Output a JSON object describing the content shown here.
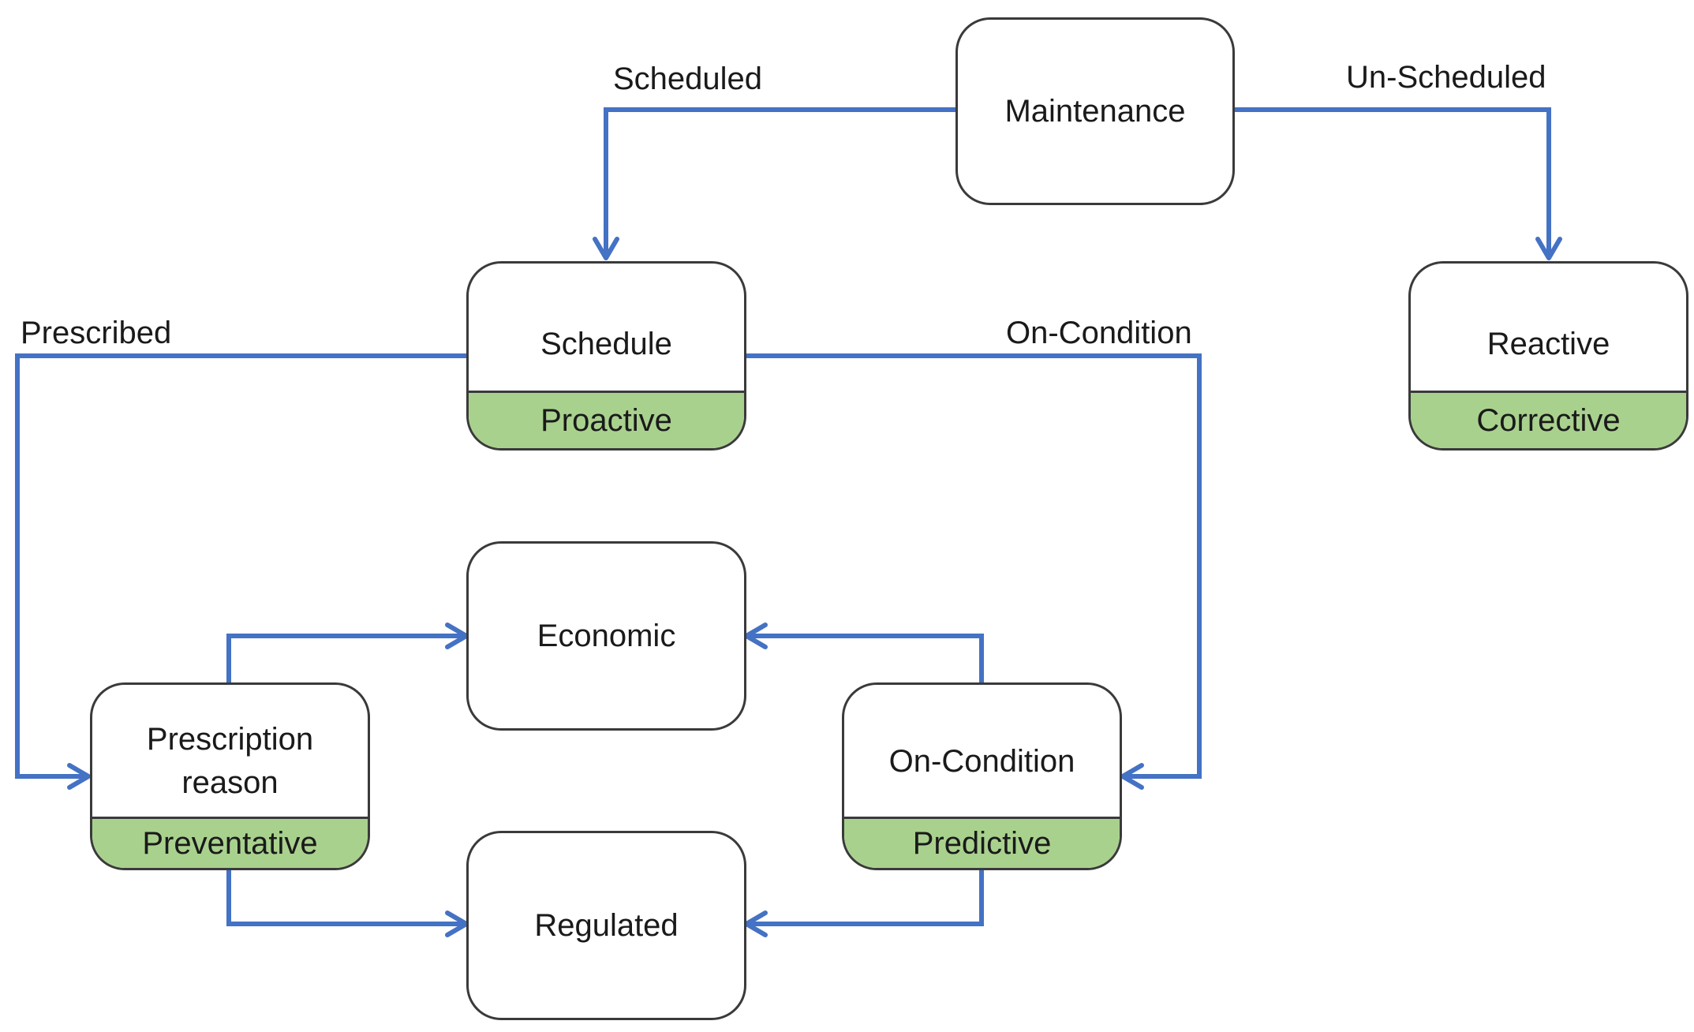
{
  "nodes": {
    "maintenance": {
      "title": "Maintenance"
    },
    "schedule": {
      "title": "Schedule",
      "band": "Proactive"
    },
    "reactive": {
      "title": "Reactive",
      "band": "Corrective"
    },
    "economic": {
      "title": "Economic"
    },
    "prescription": {
      "title_line1": "Prescription",
      "title_line2": "reason",
      "band": "Preventative"
    },
    "on_condition": {
      "title": "On-Condition",
      "band": "Predictive"
    },
    "regulated": {
      "title": "Regulated"
    }
  },
  "edges": {
    "scheduled": "Scheduled",
    "un_scheduled": "Un-Scheduled",
    "prescribed": "Prescribed",
    "on_condition": "On-Condition"
  },
  "colors": {
    "connector": "#4472c4",
    "band": "#a9d18e",
    "border": "#3a3a3a"
  }
}
